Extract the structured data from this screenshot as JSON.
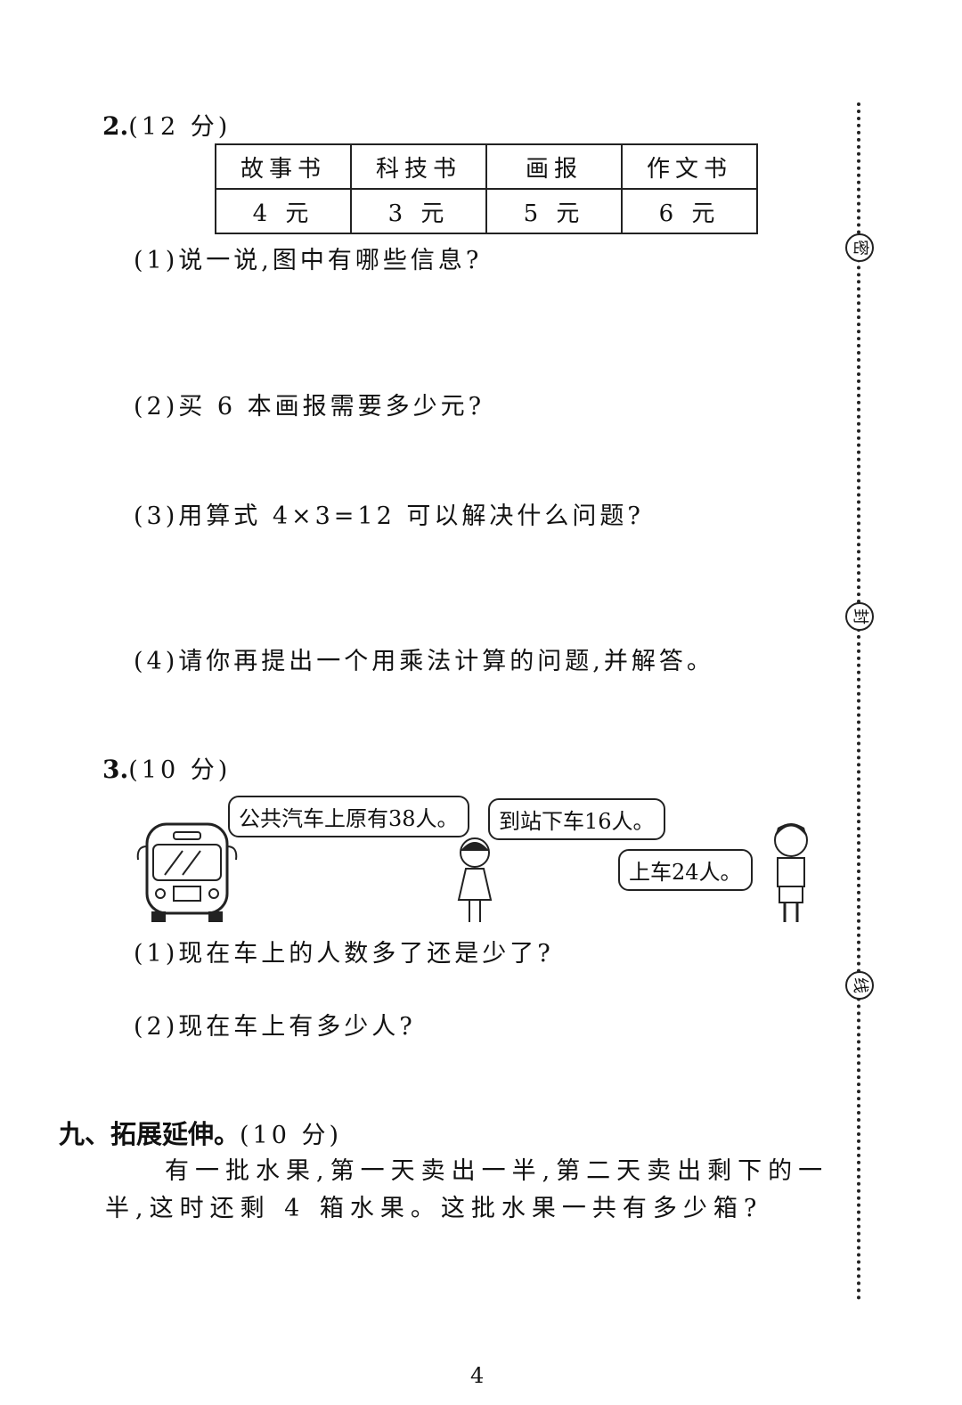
{
  "q2": {
    "number": "2.",
    "points": "(12 分)",
    "table": {
      "headers": [
        "故事书",
        "科技书",
        "画报",
        "作文书"
      ],
      "prices": [
        "4 元",
        "3 元",
        "5 元",
        "6 元"
      ]
    },
    "subs": [
      "(1)说一说,图中有哪些信息?",
      "(2)买 6 本画报需要多少元?",
      "(3)用算式 4×3=12 可以解决什么问题?",
      "(4)请你再提出一个用乘法计算的问题,并解答。"
    ]
  },
  "q3": {
    "number": "3.",
    "points": "(10 分)",
    "bubbles": [
      "公共汽车上原有38人。",
      "到站下车16人。",
      "上车24人。"
    ],
    "subs": [
      "(1)现在车上的人数多了还是少了?",
      "(2)现在车上有多少人?"
    ]
  },
  "section9": {
    "title": "九、拓展延伸。",
    "points": "(10 分)",
    "line1": "有一批水果,第一天卖出一半,第二天卖出剩下的一",
    "line2": "半,这时还剩 4 箱水果。这批水果一共有多少箱?"
  },
  "margin": {
    "seals": [
      "密",
      "封",
      "线"
    ]
  },
  "page_number": "4"
}
